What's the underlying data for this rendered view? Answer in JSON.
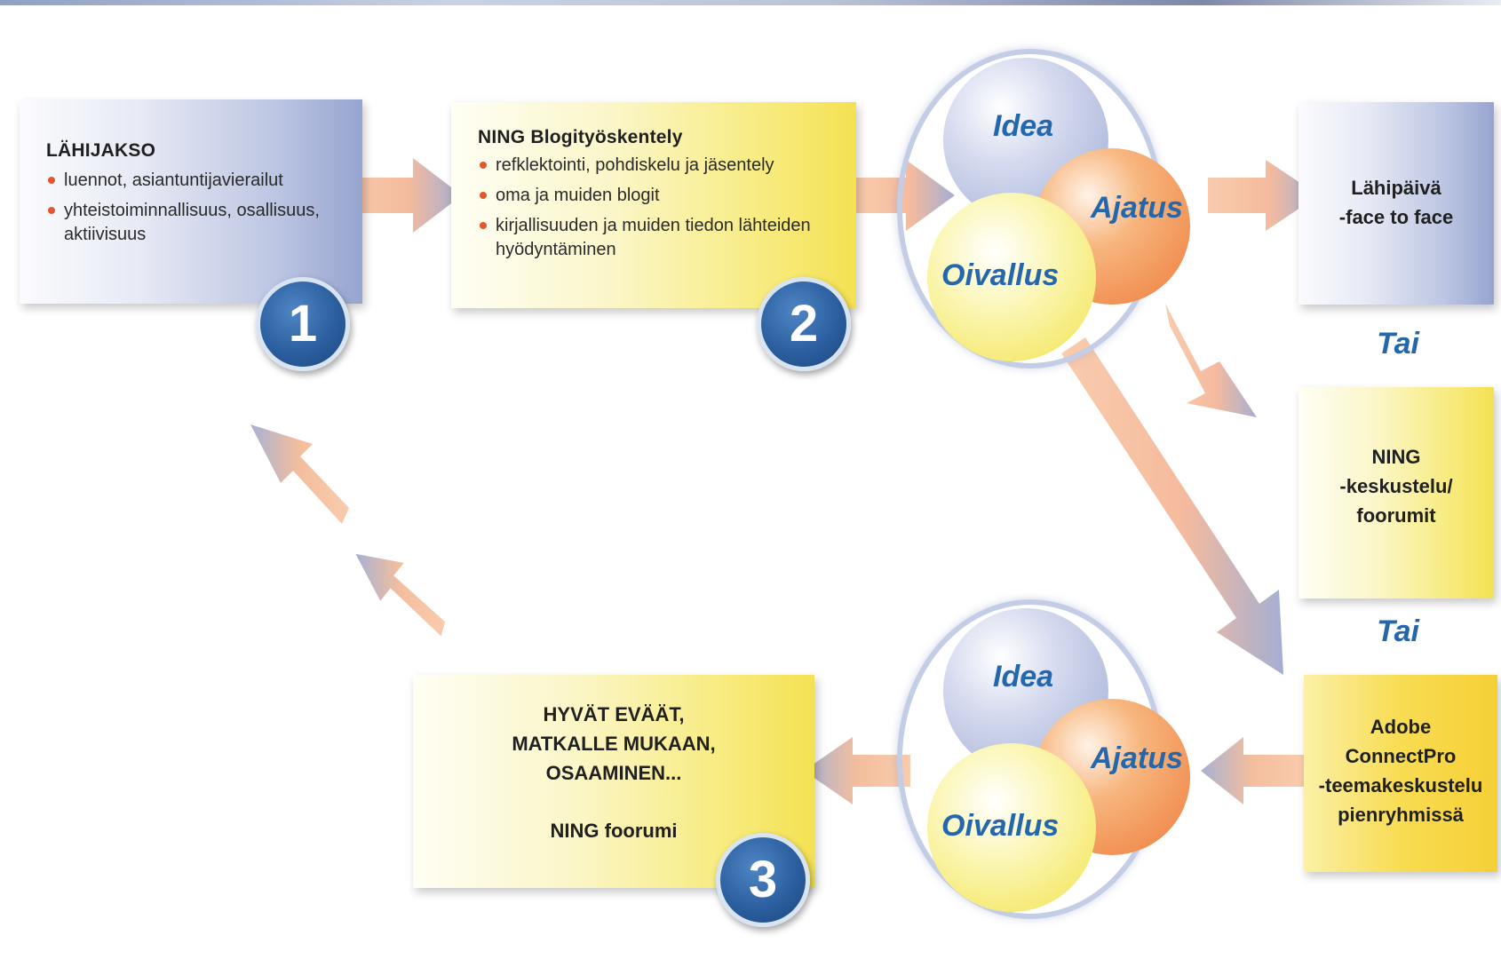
{
  "step1": {
    "title": "LÄHIJAKSO",
    "items": [
      "luennot, asiantuntijavierailut",
      "yhteistoiminnallisuus, osallisuus, aktiivisuus"
    ],
    "number": "1"
  },
  "step2": {
    "title": "NING Blogityöskentely",
    "items": [
      "refklektointi, pohdiskelu ja jäsentely",
      "oma ja muiden blogit",
      "kirjallisuuden ja muiden tiedon lähteiden hyödyntäminen"
    ],
    "number": "2"
  },
  "step3": {
    "lines": [
      "HYVÄT EVÄÄT,",
      "MATKALLE MUKAAN,",
      "OSAAMINEN..."
    ],
    "forum": "NING foorumi",
    "number": "3"
  },
  "venn": {
    "idea": "Idea",
    "ajatus": "Ajatus",
    "oivallus": "Oivallus"
  },
  "options": {
    "face_to_face": [
      "Lähipäivä",
      "-face to face"
    ],
    "or1": "Tai",
    "ning_forum": [
      "NING",
      "-keskustelu/",
      "foorumit"
    ],
    "or2": "Tai",
    "adobe": [
      "Adobe",
      "ConnectPro",
      "-teemakeskustelu",
      "pienryhmissä"
    ]
  },
  "colors": {
    "venn_text": "#2467ad",
    "badge": "#2b5f9f",
    "bullet": "#e4572e",
    "arrow_orange": "#f6b48a",
    "arrow_blue": "#9aa9d0"
  }
}
